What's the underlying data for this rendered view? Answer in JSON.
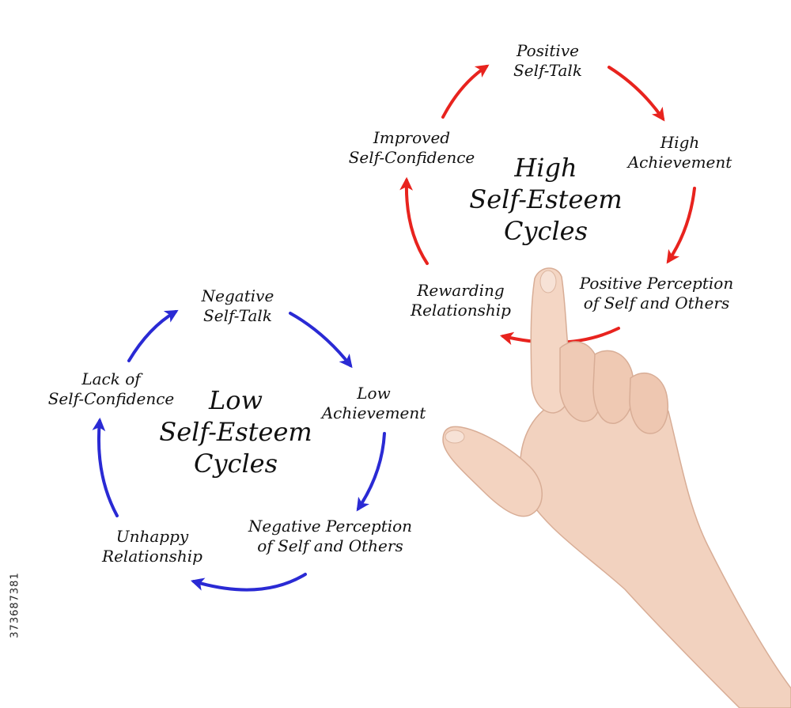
{
  "colors": {
    "high_arrow": "#e8231e",
    "low_arrow": "#2a2ad4",
    "skin": "#f2d2bf",
    "text": "#111111"
  },
  "high_cycle": {
    "title_lines": [
      "High",
      "Self-Esteem",
      "Cycles"
    ],
    "nodes": [
      {
        "lines": [
          "Positive",
          "Self-Talk"
        ]
      },
      {
        "lines": [
          "High",
          "Achievement"
        ]
      },
      {
        "lines": [
          "Positive Perception",
          "of Self and Others"
        ]
      },
      {
        "lines": [
          "Rewarding",
          "Relationship"
        ]
      },
      {
        "lines": [
          "Improved",
          "Self-Confidence"
        ]
      }
    ]
  },
  "low_cycle": {
    "title_lines": [
      "Low",
      "Self-Esteem",
      "Cycles"
    ],
    "nodes": [
      {
        "lines": [
          "Negative",
          "Self-Talk"
        ]
      },
      {
        "lines": [
          "Low",
          "Achievement"
        ]
      },
      {
        "lines": [
          "Negative Perception",
          "of Self and Others"
        ]
      },
      {
        "lines": [
          "Unhappy",
          "Relationship"
        ]
      },
      {
        "lines": [
          "Lack of",
          "Self-Confidence"
        ]
      }
    ]
  },
  "stock_id": "373687381"
}
